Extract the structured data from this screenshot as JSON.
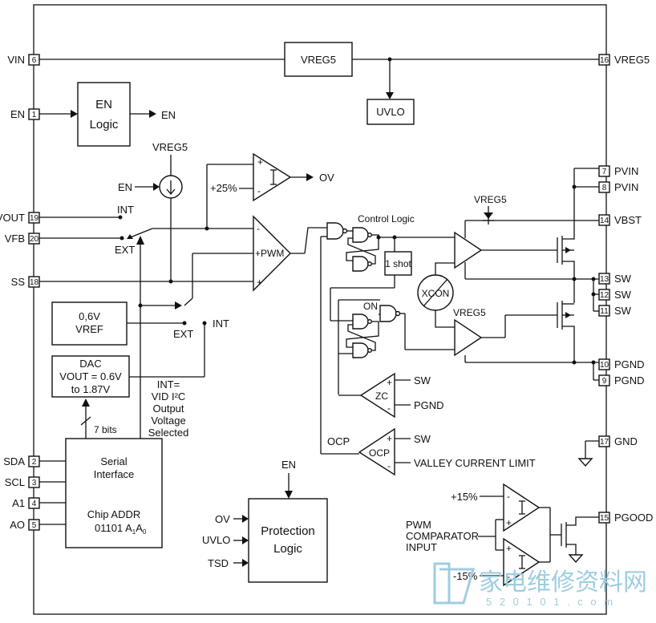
{
  "pins": {
    "vin": {
      "name": "VIN",
      "num": "6"
    },
    "en": {
      "name": "EN",
      "num": "1"
    },
    "vout": {
      "name": "VOUT",
      "num": "19"
    },
    "vfb": {
      "name": "VFB",
      "num": "20"
    },
    "ss": {
      "name": "SS",
      "num": "18"
    },
    "sda": {
      "name": "SDA",
      "num": "2"
    },
    "scl": {
      "name": "SCL",
      "num": "3"
    },
    "a1": {
      "name": "A1",
      "num": "4"
    },
    "ao": {
      "name": "AO",
      "num": "5"
    },
    "vreg5_out": {
      "name": "VREG5",
      "num": "16"
    },
    "pvin1": {
      "name": "PVIN",
      "num": "7"
    },
    "pvin2": {
      "name": "PVIN",
      "num": "8"
    },
    "vbst": {
      "name": "VBST",
      "num": "14"
    },
    "sw1": {
      "name": "SW",
      "num": "13"
    },
    "sw2": {
      "name": "SW",
      "num": "12"
    },
    "sw3": {
      "name": "SW",
      "num": "11"
    },
    "pgnd1": {
      "name": "PGND",
      "num": "10"
    },
    "pgnd2": {
      "name": "PGND",
      "num": "9"
    },
    "gnd": {
      "name": "GND",
      "num": "17"
    },
    "pgood": {
      "name": "PGOOD",
      "num": "15"
    }
  },
  "blocks": {
    "vreg5": "VREG5",
    "uvlo": "UVLO",
    "en_logic_1": "EN",
    "en_logic_2": "Logic",
    "en_out": "EN",
    "vreg5_source": "VREG5",
    "en_in": "EN",
    "plus25": "+25%",
    "ov": "OV",
    "int_top": "INT",
    "ext_top": "EXT",
    "pwm": "+PWM",
    "vref_1": "0,6V",
    "vref_2": "VREF",
    "ext_mid": "EXT",
    "int_mid": "INT",
    "dac_1": "DAC",
    "dac_2": "VOUT = 0.6V",
    "dac_3": "to 1.87V",
    "int_note_1": "INT=",
    "int_note_2": "VID I²C",
    "int_note_3": "Output",
    "int_note_4": "Voltage",
    "int_note_5": "Selected",
    "bits": "7 bits",
    "serial_1": "Serial",
    "serial_2": "Interface",
    "chip_addr_1": "Chip ADDR",
    "chip_addr_2": "01101 A",
    "chip_addr_sub1": "1",
    "chip_addr_a0": "A",
    "chip_addr_sub0": "0",
    "control_logic": "Control Logic",
    "one_shot": "1 shot",
    "on": "ON",
    "vreg5_drv": "VREG5",
    "xcon": "XCON",
    "vreg5_drv2": "VREG5",
    "zc": "ZC",
    "zc_sw": "SW",
    "zc_pgnd": "PGND",
    "ocp_left": "OCP",
    "ocp": "OCP",
    "ocp_sw": "SW",
    "valley": "VALLEY CURRENT LIMIT",
    "prot_in_ov": "OV",
    "prot_in_uvlo": "UVLO",
    "prot_in_tsd": "TSD",
    "prot_en": "EN",
    "protection_1": "Protection",
    "protection_2": "Logic",
    "pos15": "+15%",
    "neg15": "-15%",
    "pwm_comp_1": "PWM",
    "pwm_comp_2": "COMPARATOR",
    "pwm_comp_3": "INPUT"
  },
  "watermark": {
    "cn": "家电维修资料网",
    "url": "5 2 0 1 0 1 . c o m"
  }
}
